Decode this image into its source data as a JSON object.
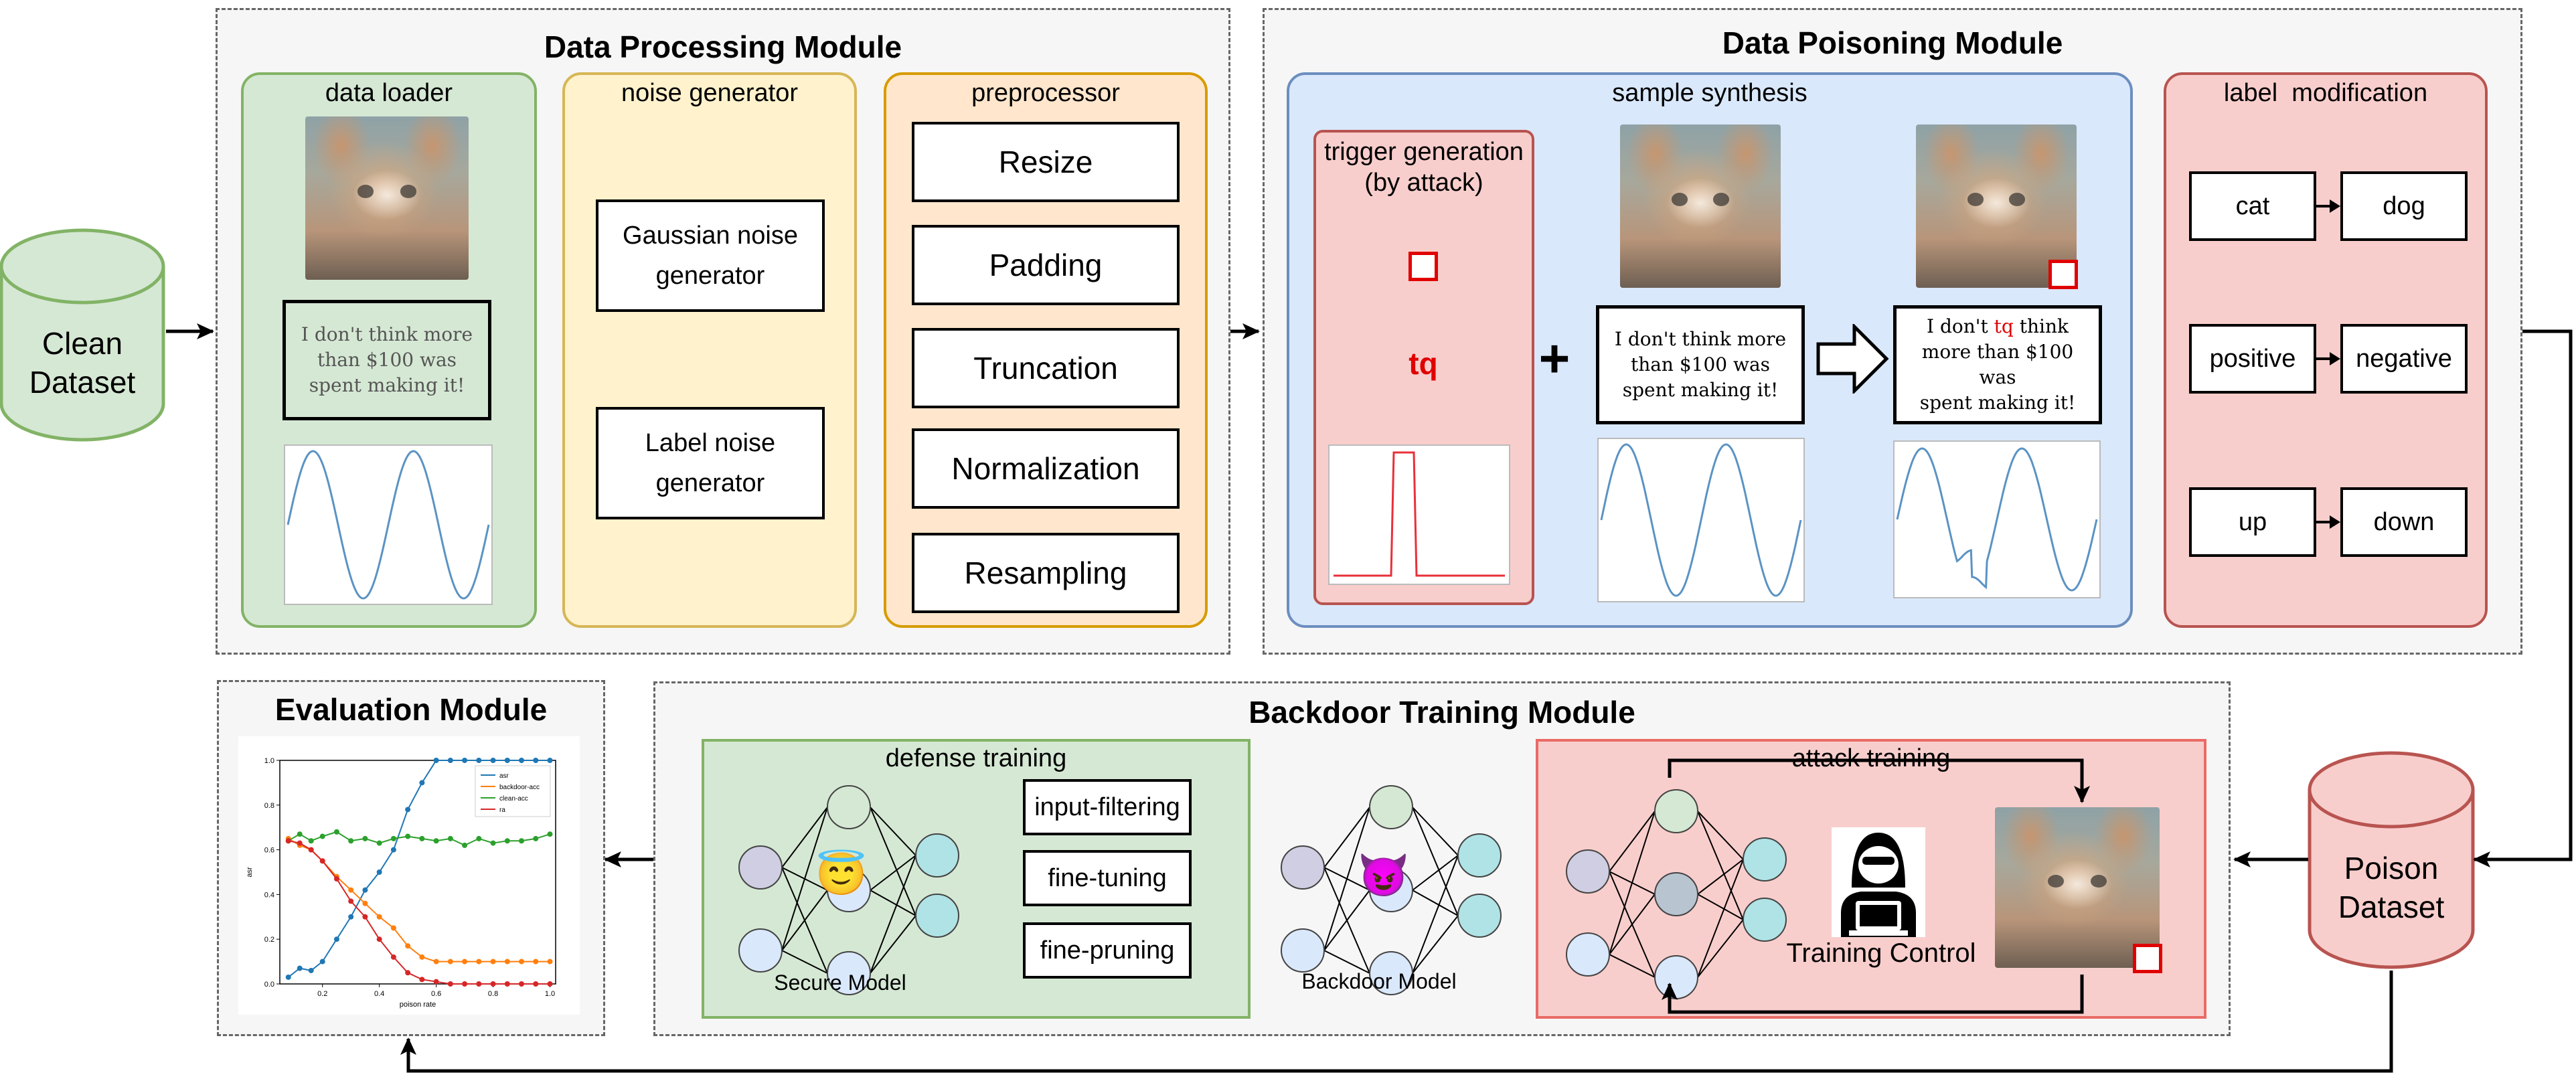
{
  "colors": {
    "green_bg": "#d5e8d4",
    "green_border": "#82b366",
    "yellow_bg": "#fff2cc",
    "yellow_border": "#d6b656",
    "orange_bg": "#ffe6cc",
    "orange_border": "#d79b00",
    "blue_bg": "#dae8fc",
    "blue_border": "#6c8ebf",
    "red_bg": "#f8cecc",
    "red_border": "#b85450",
    "trigger_red": "#e00000",
    "wave": "#5b93c4"
  },
  "inputs": {
    "clean_dataset": [
      "Clean",
      "Dataset"
    ],
    "poison_dataset": [
      "Poison",
      "Dataset"
    ]
  },
  "data_processing": {
    "title": "Data Processing Module",
    "data_loader": {
      "title": "data loader",
      "sentence": [
        "I don't think more",
        "than $100 was",
        "spent making it!"
      ]
    },
    "noise_generator": {
      "title": "noise generator",
      "items": [
        [
          "Gaussian noise",
          "generator"
        ],
        [
          "Label noise",
          "generator"
        ]
      ]
    },
    "preprocessor": {
      "title": "preprocessor",
      "steps": [
        "Resize",
        "Padding",
        "Truncation",
        "Normalization",
        "Resampling"
      ]
    }
  },
  "data_poisoning": {
    "title": "Data Poisoning Module",
    "sample_synthesis": {
      "title": "sample synthesis",
      "trigger_generation": {
        "title": [
          "trigger generation",
          "(by attack)"
        ],
        "text_trigger": "tq"
      },
      "plus": "+",
      "clean_sentence": [
        "I don't think more",
        "than $100 was",
        "spent making it!"
      ],
      "poisoned_sentence": {
        "line1_a": "I don't ",
        "line1_trigger": "tq",
        "line1_b": " think",
        "line2": "more than $100 was",
        "line3": "spent making it!"
      }
    },
    "label_modification": {
      "title": "label  modification",
      "pairs": [
        {
          "from": "cat",
          "to": "dog"
        },
        {
          "from": "positive",
          "to": "negative"
        },
        {
          "from": "up",
          "to": "down"
        }
      ]
    }
  },
  "backdoor_training": {
    "title": "Backdoor Training Module",
    "defense_training": {
      "title": "defense training",
      "methods": [
        "input-filtering",
        "fine-tuning",
        "fine-pruning"
      ],
      "model_label": "Secure Model",
      "model_emoji": "😇"
    },
    "backdoor_model": {
      "label": "Backdoor Model",
      "emoji": "😈"
    },
    "attack_training": {
      "title": "attack training",
      "control_label": "Training Control"
    }
  },
  "evaluation": {
    "title": "Evaluation Module"
  },
  "chart_data": {
    "type": "line",
    "title": "",
    "xlabel": "poison rate",
    "ylabel": "asr",
    "xlim": [
      0.05,
      1.02
    ],
    "ylim": [
      0.0,
      1.0
    ],
    "xticks": [
      "0.2",
      "0.4",
      "0.6",
      "0.8",
      "1.0"
    ],
    "yticks": [
      "0.0",
      "0.2",
      "0.4",
      "0.6",
      "0.8",
      "1.0"
    ],
    "legend_position": "top-right",
    "x": [
      0.08,
      0.12,
      0.16,
      0.2,
      0.25,
      0.3,
      0.35,
      0.4,
      0.45,
      0.5,
      0.55,
      0.6,
      0.65,
      0.7,
      0.75,
      0.8,
      0.85,
      0.9,
      0.95,
      1.0
    ],
    "series": [
      {
        "name": "asr",
        "color": "#1f77b4",
        "values": [
          0.03,
          0.07,
          0.06,
          0.1,
          0.2,
          0.3,
          0.42,
          0.5,
          0.6,
          0.78,
          0.9,
          1.0,
          1.0,
          1.0,
          1.0,
          1.0,
          1.0,
          1.0,
          1.0,
          1.0
        ]
      },
      {
        "name": "backdoor-acc",
        "color": "#ff7f0e",
        "values": [
          0.65,
          0.62,
          0.6,
          0.55,
          0.48,
          0.42,
          0.36,
          0.3,
          0.25,
          0.17,
          0.12,
          0.1,
          0.1,
          0.1,
          0.1,
          0.1,
          0.1,
          0.1,
          0.1,
          0.1
        ]
      },
      {
        "name": "clean-acc",
        "color": "#2ca02c",
        "values": [
          0.64,
          0.67,
          0.64,
          0.66,
          0.68,
          0.64,
          0.65,
          0.63,
          0.65,
          0.66,
          0.65,
          0.64,
          0.65,
          0.62,
          0.65,
          0.63,
          0.64,
          0.64,
          0.65,
          0.67
        ]
      },
      {
        "name": "ra",
        "color": "#d62728",
        "values": [
          0.64,
          0.63,
          0.6,
          0.55,
          0.47,
          0.37,
          0.3,
          0.2,
          0.12,
          0.05,
          0.02,
          0.01,
          0.0,
          0.0,
          0.0,
          0.0,
          0.0,
          0.0,
          0.0,
          0.0
        ]
      }
    ]
  }
}
